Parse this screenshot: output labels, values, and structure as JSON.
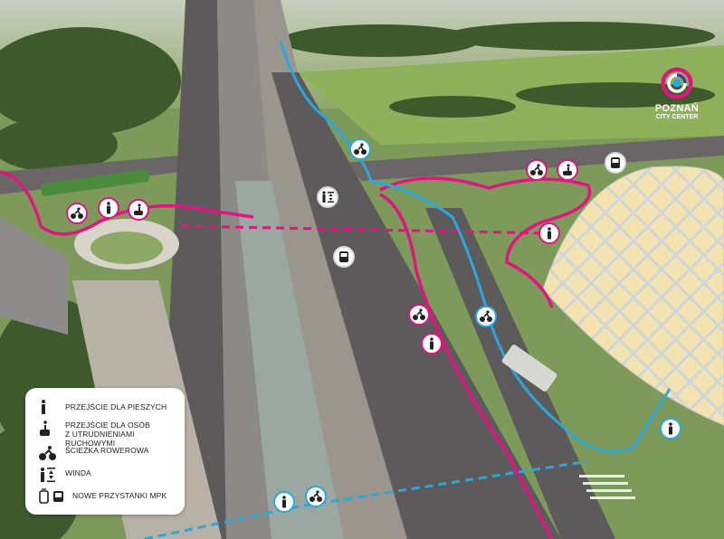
{
  "logo": {
    "line1": "POZNAŃ",
    "line2": "CITY CENTER",
    "colors": [
      "#e0157f",
      "#2aa7dc",
      "#4b3c9a"
    ]
  },
  "legend": {
    "items": [
      {
        "icon": "pedestrian-icon",
        "label": "PRZEJŚCIE DLA PIESZYCH"
      },
      {
        "icon": "accessible-crossing-icon",
        "label_line1": "PRZEJŚCIE DLA OSÓB",
        "label_line2": "Z UTRUDNIENIAMI RUCHOWYMI"
      },
      {
        "icon": "bicycle-icon",
        "label": "ŚCIEŻKA ROWEROWA"
      },
      {
        "icon": "elevator-icon",
        "label": "WINDA"
      },
      {
        "icon": "tram-bus-stop-icon",
        "label": "NOWE PRZYSTANKI MPK"
      }
    ]
  },
  "colors": {
    "pink_route": "#e0157f",
    "blue_route": "#2aa7dc",
    "road": "#5d5a5b",
    "grass": "#7e9a5a"
  }
}
